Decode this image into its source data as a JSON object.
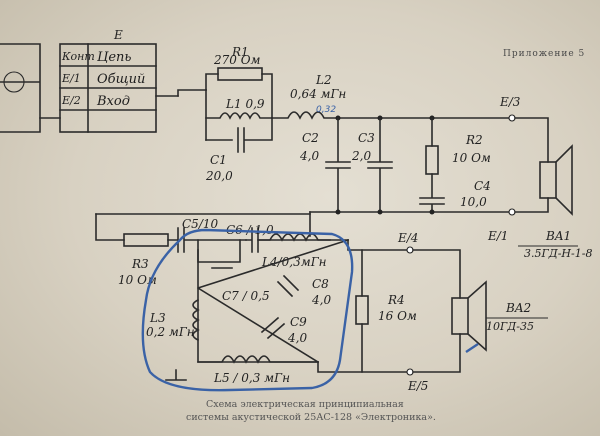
{
  "appendix_label": "Приложение 5",
  "connector": {
    "designator": "E",
    "header": [
      "Конт",
      "Цепь"
    ],
    "rows": [
      [
        "E/1",
        "Общий"
      ],
      [
        "E/2",
        "Вход"
      ]
    ]
  },
  "components": {
    "R1": {
      "ref": "R1",
      "value": "270 Ом"
    },
    "L1": {
      "ref": "L1",
      "value": "0,9"
    },
    "L2": {
      "ref": "L2",
      "value": "0,64 мГн",
      "handwritten": "0,32"
    },
    "C1": {
      "ref": "C1",
      "value": "20,0"
    },
    "C2": {
      "ref": "C2",
      "value": "4,0"
    },
    "C3": {
      "ref": "C3",
      "value": "2,0"
    },
    "R2": {
      "ref": "R2",
      "value": "10 Ом"
    },
    "C4": {
      "ref": "C4",
      "value": "10,0"
    },
    "C5": {
      "ref": "C5",
      "value": "10"
    },
    "C6": {
      "ref": "C6",
      "value": "1,0"
    },
    "R3": {
      "ref": "R3",
      "value": "10 Ом"
    },
    "L4": {
      "ref": "L4",
      "value": "0,3мГн"
    },
    "C7": {
      "ref": "C7",
      "value": "0,5"
    },
    "C8": {
      "ref": "C8",
      "value": "4,0"
    },
    "C9": {
      "ref": "C9",
      "value": "4,0"
    },
    "L3": {
      "ref": "L3",
      "value": "0,2 мГн"
    },
    "L5": {
      "ref": "L5",
      "value": "0,3 мГн"
    },
    "R4": {
      "ref": "R4",
      "value": "16 Ом"
    }
  },
  "terminals": {
    "e3": "E/3",
    "e1": "E/1",
    "e4": "E/4",
    "e5": "E/5"
  },
  "speakers": {
    "ba1": {
      "ref": "BA1",
      "model": "3.5ГД-Н-1-8"
    },
    "ba2": {
      "ref": "BA2",
      "model": "10ГД-35"
    }
  },
  "caption": {
    "line1": "Схема электрическая принципиальная",
    "line2": "системы акустической 25АС-128 «Электроника»."
  },
  "colors": {
    "ink": "#2b2b2b",
    "paper": "#ddd7c9",
    "pen": "#3a62a6"
  }
}
